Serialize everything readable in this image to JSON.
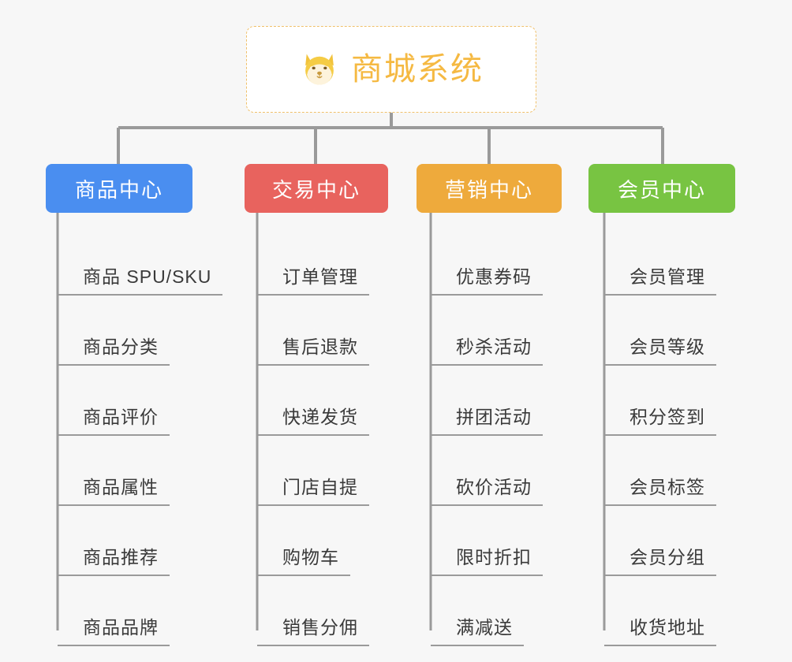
{
  "page": {
    "background_color": "#f7f7f7",
    "line_color": "#9a9a9a"
  },
  "root": {
    "title": "商城系统",
    "icon": "shiba-dog-face-icon",
    "text_color": "#f5b942",
    "border_color": "#f0c06a",
    "background_color": "#ffffff"
  },
  "categories": [
    {
      "label": "商品中心",
      "color": "#4a8ef0",
      "items": [
        "商品 SPU/SKU",
        "商品分类",
        "商品评价",
        "商品属性",
        "商品推荐",
        "商品品牌"
      ]
    },
    {
      "label": "交易中心",
      "color": "#e8635e",
      "items": [
        "订单管理",
        "售后退款",
        "快递发货",
        "门店自提",
        "购物车",
        "销售分佣"
      ]
    },
    {
      "label": "营销中心",
      "color": "#eeaa3c",
      "items": [
        "优惠券码",
        "秒杀活动",
        "拼团活动",
        "砍价活动",
        "限时折扣",
        "满减送"
      ]
    },
    {
      "label": "会员中心",
      "color": "#78c442",
      "items": [
        "会员管理",
        "会员等级",
        "积分签到",
        "会员标签",
        "会员分组",
        "收货地址"
      ]
    }
  ]
}
